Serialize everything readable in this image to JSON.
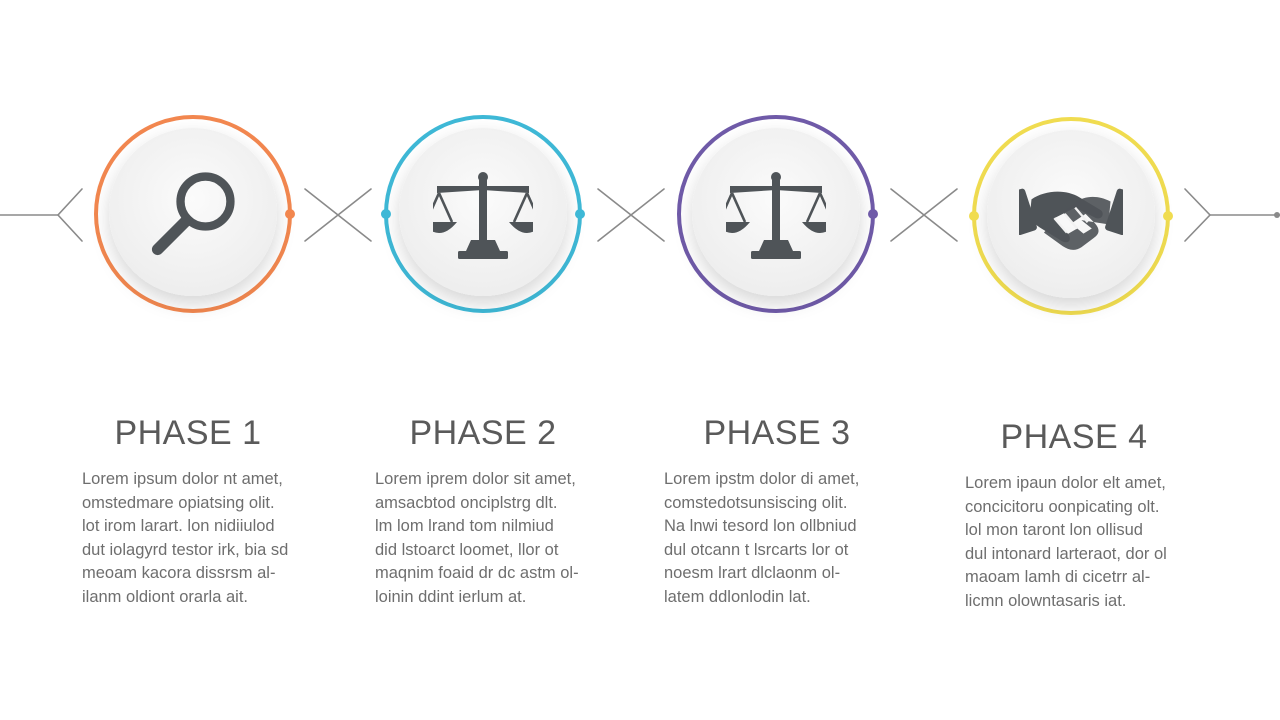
{
  "colors": {
    "line": "#8a8a8a",
    "icon": "#4f5458",
    "phase_ring": [
      "#f2874f",
      "#3eb8d6",
      "#6f5aa8",
      "#f0dc50"
    ]
  },
  "phases": [
    {
      "title": "PHASE 1",
      "icon": "magnifier-icon",
      "lines": [
        "Lorem ipsum dolor nt amet,",
        "omstedmare opiatsing olit.",
        "lot irom larart. lon nidiiulod",
        "dut iolagyrd testor irk, bia sd",
        "meoam kacora dissrsm al-",
        "ilanm oldiont orarla ait."
      ]
    },
    {
      "title": "PHASE 2",
      "icon": "scales-icon",
      "lines": [
        "Lorem iprem dolor sit amet,",
        "amsacbtod onciplstrg dlt.",
        "lm lom lrand tom nilmiud",
        "did lstoarct loomet, llor ot",
        "maqnim foaid dr dc astm ol-",
        "loinin ddint ierlum at."
      ]
    },
    {
      "title": "PHASE 3",
      "icon": "scales-icon",
      "lines": [
        "Lorem ipstm dolor di amet,",
        "comstedotsunsiscing olit.",
        "Na lnwi tesord lon ollbniud",
        "dul otcann t lsrcarts lor ot",
        "noesm lrart dlclaonm ol-",
        "latem ddlonlodin lat."
      ]
    },
    {
      "title": "PHASE 4",
      "icon": "handshake-icon",
      "lines": [
        "Lorem ipaun dolor elt amet,",
        "concicitoru oonpicating olt.",
        "lol mon taront lon ollisud",
        "dul intonard larteraot, dor ol",
        "maoam lamh di cicetrr al-",
        "licmn olowntasaris iat."
      ]
    }
  ]
}
